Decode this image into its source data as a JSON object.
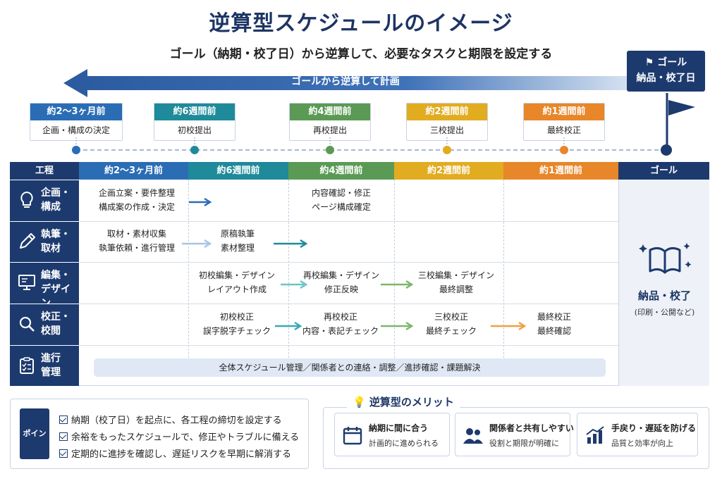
{
  "title": "逆算型スケジュールのイメージ",
  "subtitle": "ゴール（納期・校了日）から逆算して、必要なタスクと期限を設定する",
  "banner": "ゴールから逆算して計画",
  "goal": {
    "line1": "ゴール",
    "line2": "納品・校了日"
  },
  "milestones": [
    {
      "when": "約2〜3ヶ月前",
      "what": "企画・構成の決定",
      "color": "#2a6db5"
    },
    {
      "when": "約6週間前",
      "what": "初校提出",
      "color": "#1e8a9a"
    },
    {
      "when": "約4週間前",
      "what": "再校提出",
      "color": "#5b9a55"
    },
    {
      "when": "約2週間前",
      "what": "三校提出",
      "color": "#e2ac20"
    },
    {
      "when": "約1週間前",
      "what": "最終校正",
      "color": "#e8862a"
    }
  ],
  "table": {
    "corner": "工程",
    "columns": [
      {
        "label": "約2〜3ヶ月前",
        "color": "#2a6db5"
      },
      {
        "label": "約6週間前",
        "color": "#1e8a9a"
      },
      {
        "label": "約4週間前",
        "color": "#5b9a55"
      },
      {
        "label": "約2週間前",
        "color": "#e2ac20"
      },
      {
        "label": "約1週間前",
        "color": "#e8862a"
      },
      {
        "label": "ゴール",
        "color": "#1d3a6e"
      }
    ],
    "rows": [
      {
        "l1": "企画・",
        "l2": "構成",
        "icon": "lightbulb-icon"
      },
      {
        "l1": "執筆・",
        "l2": "取材",
        "icon": "pencil-icon"
      },
      {
        "l1": "編集・",
        "l2": "デザイン",
        "icon": "monitor-icon"
      },
      {
        "l1": "校正・",
        "l2": "校閲",
        "icon": "magnifier-icon"
      },
      {
        "l1": "進行",
        "l2": "管理",
        "icon": "clipboard-icon"
      }
    ],
    "cells": {
      "r0c0": [
        "企画立案・要件整理",
        "構成案の作成・決定"
      ],
      "r0c2": [
        "内容確認・修正",
        "ページ構成確定"
      ],
      "r1c0": [
        "取材・素材収集",
        "執筆依頼・進行管理"
      ],
      "r1c1": [
        "原稿執筆",
        "素材整理"
      ],
      "r2c1": [
        "初校編集・デザイン",
        "レイアウト作成"
      ],
      "r2c2": [
        "再校編集・デザイン",
        "修正反映"
      ],
      "r2c3": [
        "三校編集・デザイン",
        "最終調整"
      ],
      "r3c1": [
        "初校校正",
        "誤字脱字チェック"
      ],
      "r3c2": [
        "再校校正",
        "内容・表記チェック"
      ],
      "r3c3": [
        "三校校正",
        "最終チェック"
      ],
      "r3c4": [
        "最終校正",
        "最終確認"
      ]
    },
    "management": "全体スケジュール管理／関係者との連絡・調整／進捗確認・課題解決",
    "goal_cell": {
      "main": "納品・校了",
      "sub": "(印刷・公開など)"
    }
  },
  "points": {
    "badge": "ポイント",
    "items": [
      "納期（校了日）を起点に、各工程の締切を設定する",
      "余裕をもったスケジュールで、修正やトラブルに備える",
      "定期的に進捗を確認し、遅延リスクを早期に解消する"
    ]
  },
  "merits": {
    "title": "逆算型のメリット",
    "items": [
      {
        "main": "納期に間に合う",
        "sub": "計画的に進められる",
        "icon": "calendar-icon"
      },
      {
        "main": "関係者と共有しやすい",
        "sub": "役割と期限が明確に",
        "icon": "people-icon"
      },
      {
        "main": "手戻り・遅延を防げる",
        "sub": "品質と効率が向上",
        "icon": "growth-chart-icon"
      }
    ]
  }
}
